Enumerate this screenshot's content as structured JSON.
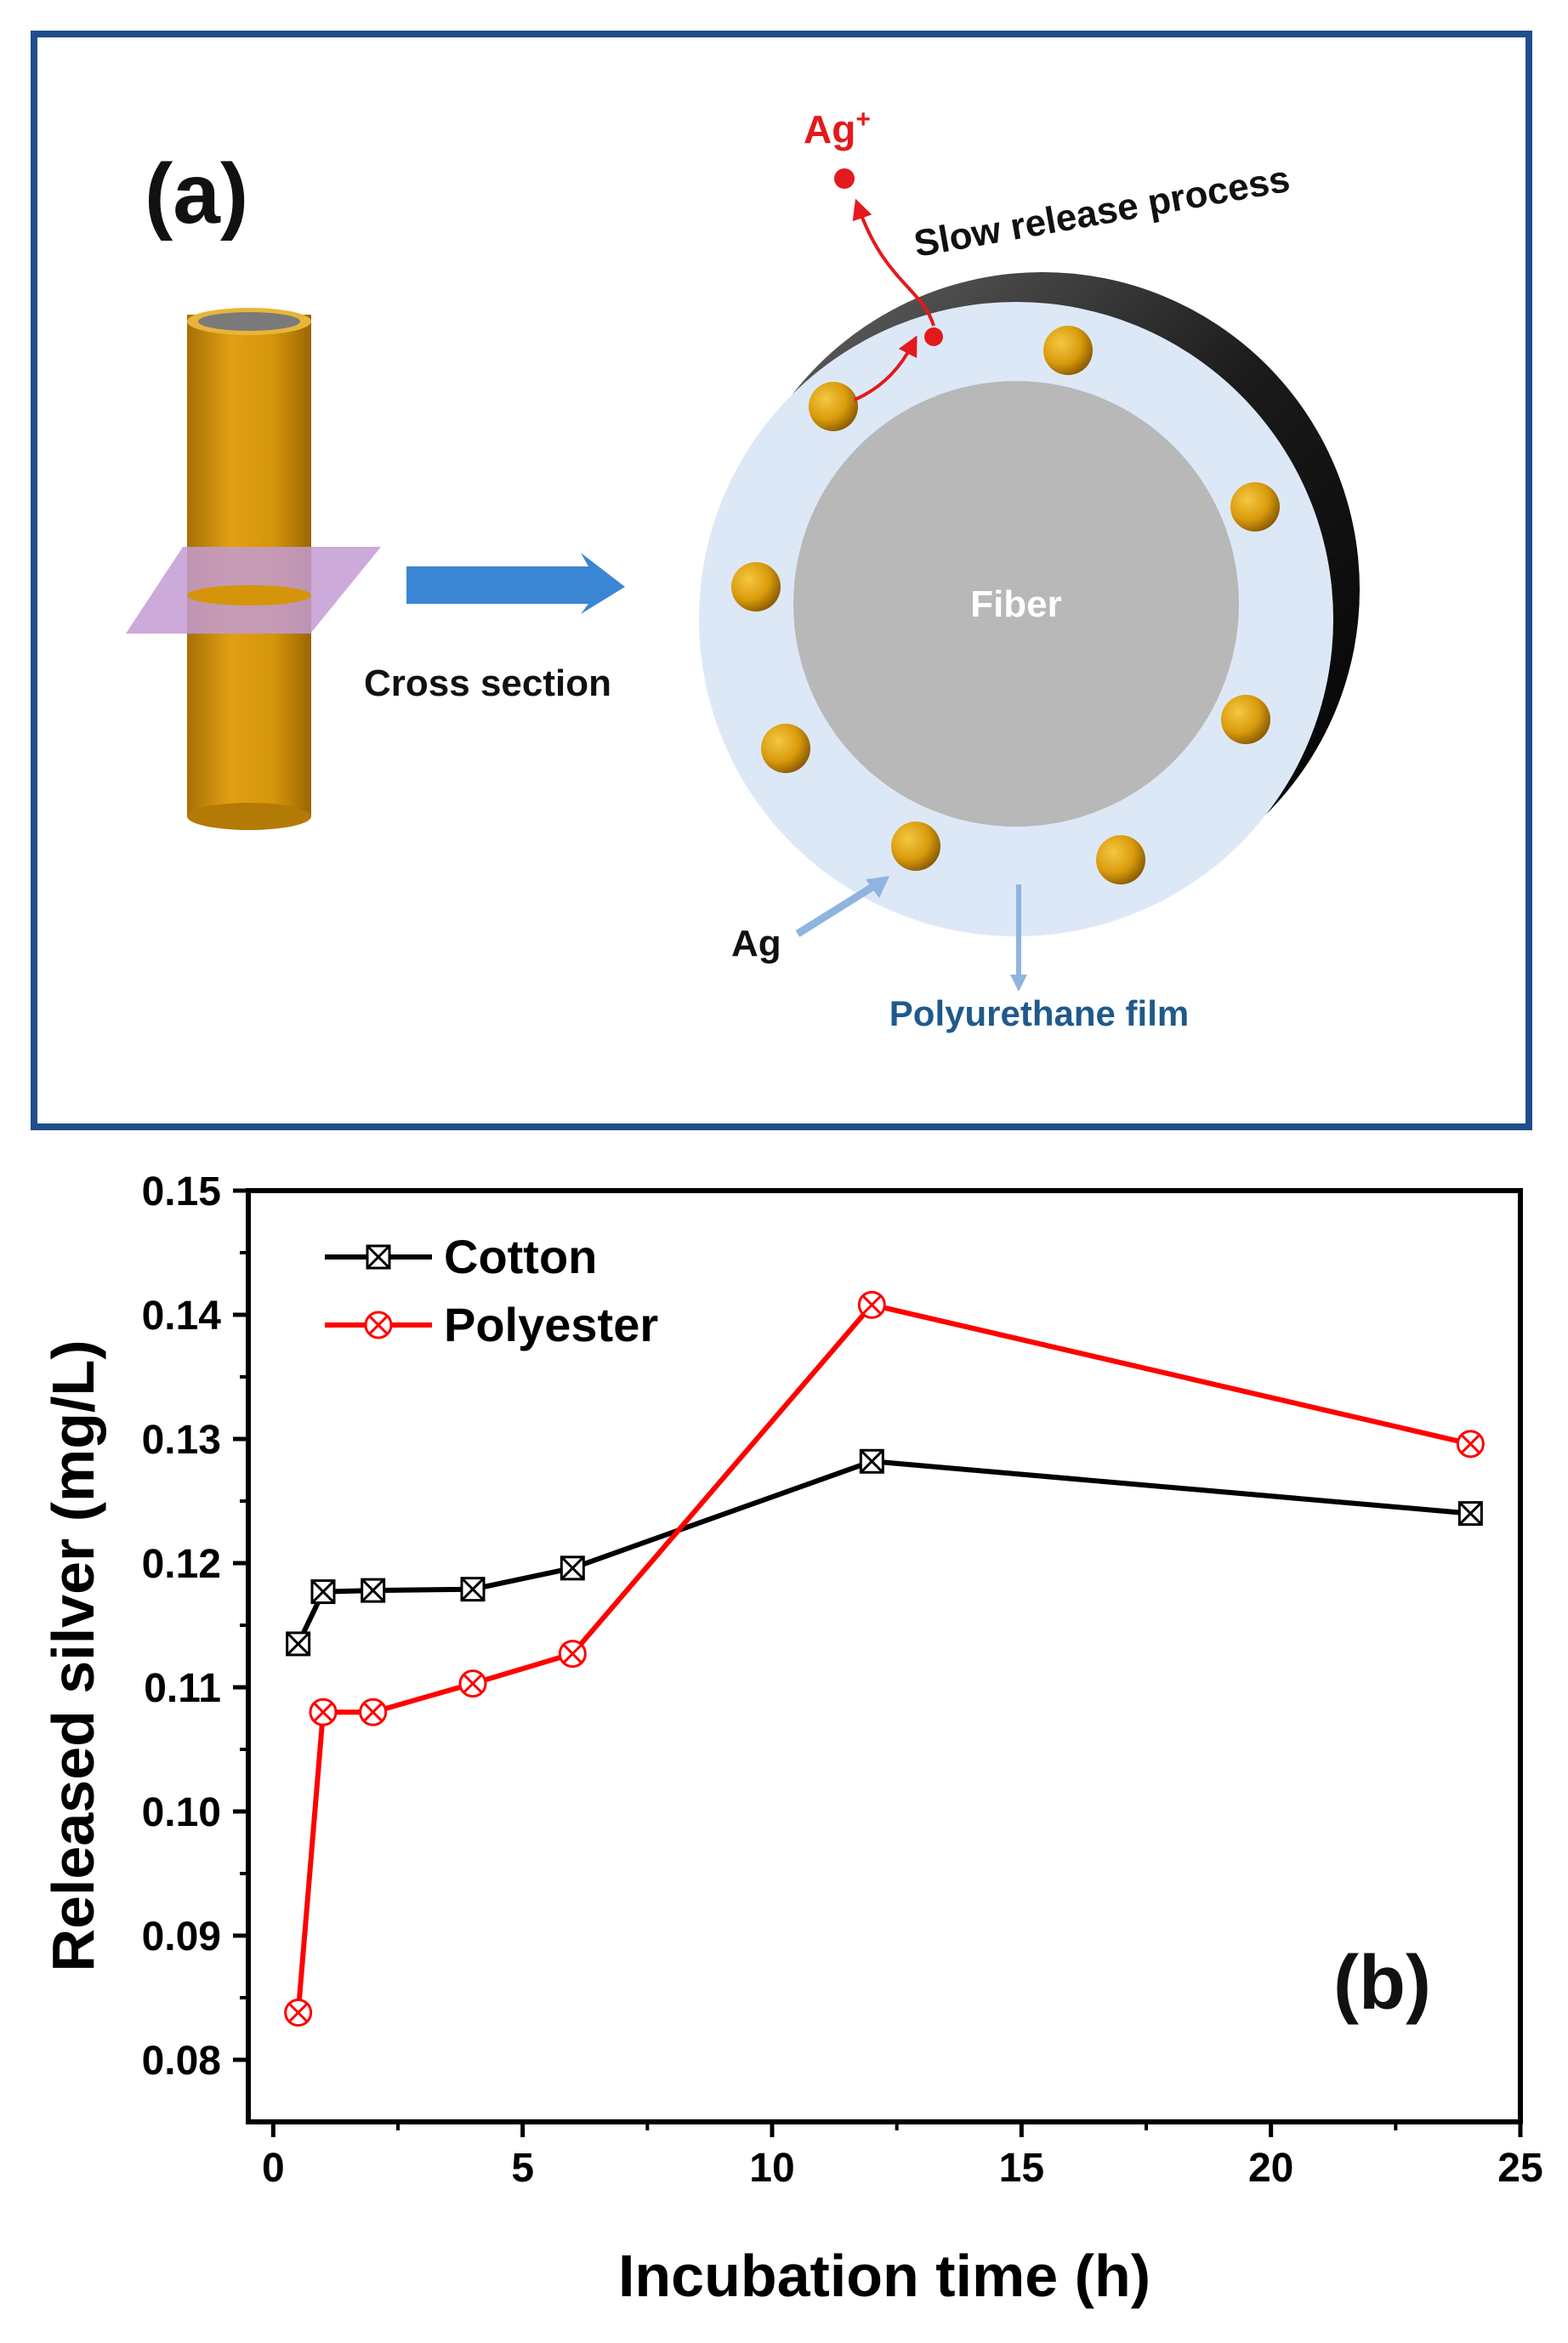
{
  "panel_a": {
    "label": "(a)",
    "ion_label": "Ag",
    "ion_charge": "+",
    "process_label": "Slow release process",
    "arrow_label": "Cross section",
    "fiber_label": "Fiber",
    "ag_label": "Ag",
    "film_label": "Polyurethane film",
    "colors": {
      "border": "#1f4e8c",
      "fiber_rod": "#d4950a",
      "cut_plane": "#c39bd3",
      "film": "#dde8f7",
      "fiber_core": "#b8b8b8",
      "ion": "#e31a1c",
      "arrow": "#3a86d4",
      "film_label_text": "#1f5a8c"
    }
  },
  "panel_b": {
    "label": "(b)"
  },
  "chart_data": {
    "type": "line",
    "xlabel": "Incubation time (h)",
    "ylabel": "Released silver (mg/L)",
    "xlim": [
      -0.5,
      25
    ],
    "ylim": [
      0.075,
      0.15
    ],
    "xticks": [
      0,
      5,
      10,
      15,
      20,
      25
    ],
    "yticks": [
      0.08,
      0.09,
      0.1,
      0.11,
      0.12,
      0.13,
      0.14,
      0.15
    ],
    "ytick_labels": [
      "0.08",
      "0.09",
      "0.10",
      "0.11",
      "0.12",
      "0.13",
      "0.14",
      "0.15"
    ],
    "legend_position": "top-left",
    "grid": false,
    "series": [
      {
        "name": "Cotton",
        "color": "#000000",
        "marker": "square-x",
        "x": [
          0.5,
          1,
          2,
          4,
          6,
          12,
          24
        ],
        "y": [
          0.1135,
          0.1177,
          0.1178,
          0.1179,
          0.1196,
          0.1282,
          0.124
        ]
      },
      {
        "name": "Polyester",
        "color": "#ff0000",
        "marker": "circle-x",
        "x": [
          0.5,
          1,
          2,
          4,
          6,
          12,
          24
        ],
        "y": [
          0.0838,
          0.108,
          0.108,
          0.1103,
          0.1127,
          0.1408,
          0.1296
        ]
      }
    ]
  }
}
